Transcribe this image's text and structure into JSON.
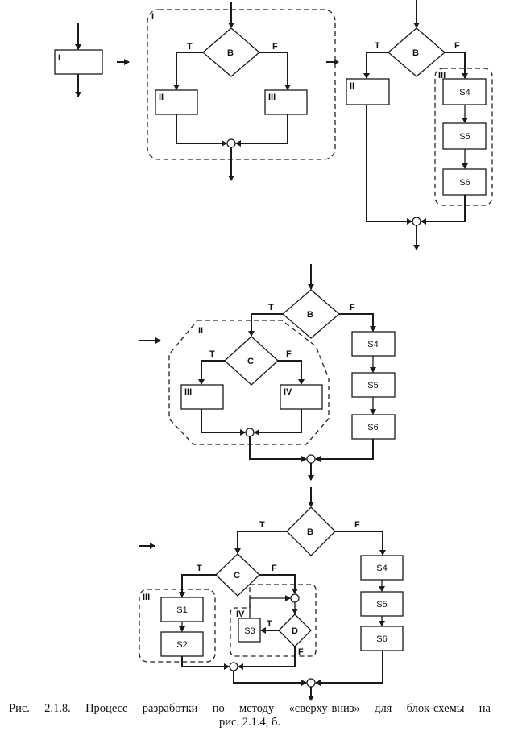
{
  "d1": {
    "block": "I"
  },
  "d2": {
    "region": "I",
    "cond": "B",
    "t": "T",
    "f": "F",
    "left": "II",
    "right": "III"
  },
  "d3": {
    "cond": "B",
    "t": "T",
    "f": "F",
    "left": "II",
    "region": "III",
    "s4": "S4",
    "s5": "S5",
    "s6": "S6"
  },
  "d4": {
    "cond": "B",
    "t": "T",
    "f": "F",
    "region": "II",
    "cond2": "C",
    "t2": "T",
    "f2": "F",
    "left": "III",
    "right": "IV",
    "s4": "S4",
    "s5": "S5",
    "s6": "S6"
  },
  "d5": {
    "cond": "B",
    "t": "T",
    "f": "F",
    "cond2": "C",
    "t2": "T",
    "f2": "F",
    "region3": "III",
    "s1": "S1",
    "s2": "S2",
    "region4": "IV",
    "s3": "S3",
    "cond3": "D",
    "t3": "T",
    "f3": "F",
    "s4": "S4",
    "s5": "S5",
    "s6": "S6"
  },
  "caption": {
    "line1": "Рис. 2.1.8. Процесс разработки по методу «сверху-вниз» для блок-схемы на",
    "line2": "рис. 2.1.4, б."
  }
}
